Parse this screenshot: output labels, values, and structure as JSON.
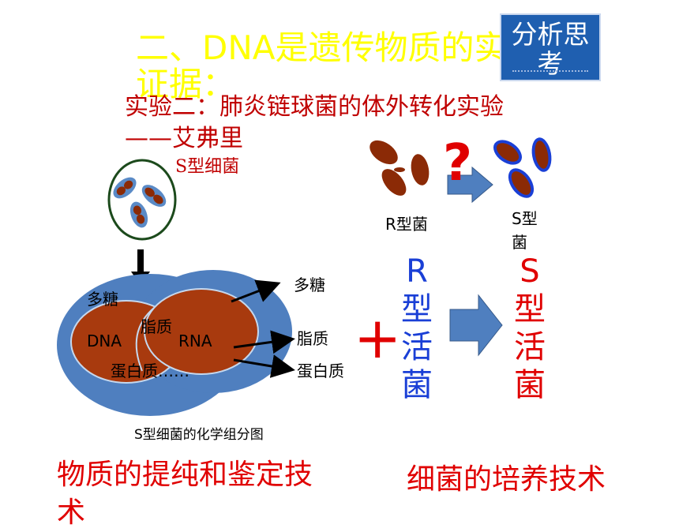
{
  "title": "二、DNA是遗传物质的实验证据：",
  "badge": {
    "label": "分析思考"
  },
  "subtitle": "实验二：肺炎链球菌的体外转化实验——艾弗里",
  "s_bacteria_label": "S型细菌",
  "r_bacteria_label": "R型菌",
  "s_bacteria_short": "S型菌",
  "question_mark": "?",
  "composition": {
    "outer_label": "多糖",
    "inner_labels": [
      "DNA",
      "脂质",
      "RNA",
      "蛋白质……"
    ],
    "arrows": [
      "多糖",
      "脂质",
      "蛋白质"
    ],
    "caption": "S型细菌的化学组分图"
  },
  "r_live_chars": [
    "R",
    "型",
    "活",
    "菌"
  ],
  "s_live_chars": [
    "S",
    "型",
    "活",
    "菌"
  ],
  "plus_sign": "+",
  "bottom_left": "物质的提纯和鉴定技术",
  "bottom_right": "细菌的培养技术",
  "colors": {
    "title": "#ffff00",
    "red": "#e00000",
    "blue": "#1a3fd6",
    "bacteria_brown": "#8b2a06",
    "outer_blue": "#4f7fbf"
  }
}
